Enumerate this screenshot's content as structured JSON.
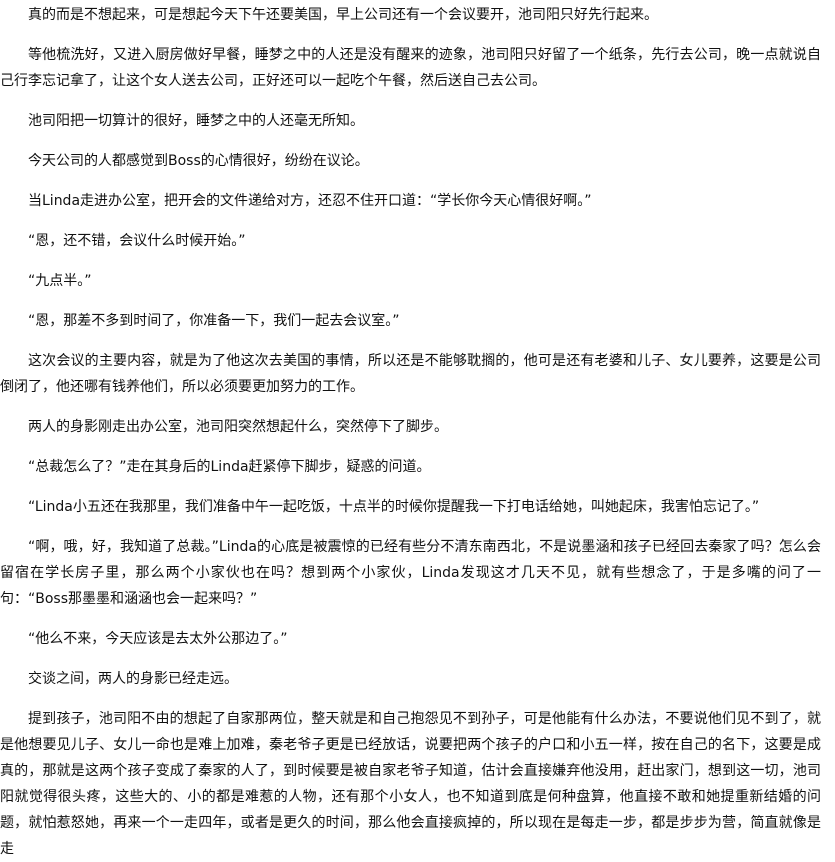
{
  "paragraphs": [
    "真的而是不想起来，可是想起今天下午还要美国，早上公司还有一个会议要开，池司阳只好先行起来。",
    "等他梳洗好，又进入厨房做好早餐，睡梦之中的人还是没有醒来的迹象，池司阳只好留了一个纸条，先行去公司，晚一点就说自己行李忘记拿了，让这个女人送去公司，正好还可以一起吃个午餐，然后送自己去公司。",
    "池司阳把一切算计的很好，睡梦之中的人还毫无所知。",
    "今天公司的人都感觉到Boss的心情很好，纷纷在议论。",
    "当Linda走进办公室，把开会的文件递给对方，还忍不住开口道：“学长你今天心情很好啊。”",
    "“恩，还不错，会议什么时候开始。”",
    "“九点半。”",
    "“恩，那差不多到时间了，你准备一下，我们一起去会议室。”",
    "这次会议的主要内容，就是为了他这次去美国的事情，所以还是不能够耽搁的，他可是还有老婆和儿子、女儿要养，这要是公司倒闭了，他还哪有钱养他们，所以必须要更加努力的工作。",
    "两人的身影刚走出办公室，池司阳突然想起什么，突然停下了脚步。",
    "“总裁怎么了？”走在其身后的Linda赶紧停下脚步，疑惑的问道。",
    "“Linda小五还在我那里，我们准备中午一起吃饭，十点半的时候你提醒我一下打电话给她，叫她起床，我害怕忘记了。”",
    "“啊，哦，好，我知道了总裁。”Linda的心底是被震惊的已经有些分不清东南西北，不是说墨涵和孩子已经回去秦家了吗？怎么会留宿在学长房子里，那么两个小家伙也在吗？想到两个小家伙，Linda发现这才几天不见，就有些想念了，于是多嘴的问了一句：“Boss那墨墨和涵涵也会一起来吗？”",
    "“他么不来，今天应该是去太外公那边了。”",
    "交谈之间，两人的身影已经走远。",
    "提到孩子，池司阳不由的想起了自家那两位，整天就是和自己抱怨见不到孙子，可是他能有什么办法，不要说他们见不到了，就是他想要见儿子、女儿一命也是难上加难，秦老爷子更是已经放话，说要把两个孩子的户口和小五一样，按在自己的名下，这要是成真的，那就是这两个孩子变成了秦家的人了，到时候要是被自家老爷子知道，估计会直接嫌弃他没用，赶出家门，想到这一切，池司阳就觉得很头疼，这些大的、小的都是难惹的人物，还有那个小女人，也不知道到底是何种盘算，他直接不敢和她提重新结婚的问题，就怕惹怒她，再来一个一走四年，或者是更久的时间，那么他会直接疯掉的，所以现在是每走一步，都是步步为营，简直就像是走"
  ]
}
